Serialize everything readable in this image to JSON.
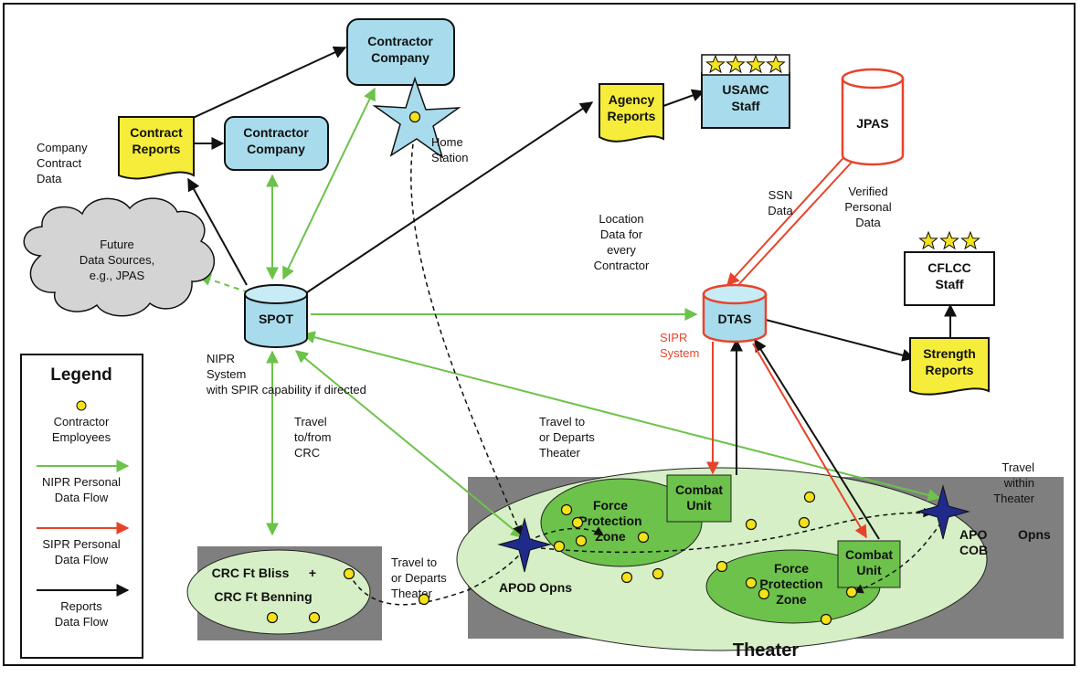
{
  "colors": {
    "nipr": "#6cc24a",
    "sipr": "#e8432a",
    "reports": "#111111",
    "box_fill": "#a8dcec",
    "report_fill": "#f6ec3a",
    "cloud_fill": "#d4d4d4",
    "zone_light": "#d6efc6",
    "zone_dark": "#6cc24a",
    "theater_bg": "#7f7f7f",
    "star_blue": "#1f2a8a",
    "dot_yellow": "#f4e21c"
  },
  "nodes": {
    "contractor_company_top": "Contractor Company",
    "contractor_company_mid": "Contractor Company",
    "contract_reports": "Contract Reports",
    "company_contract_data": "Company Contract Data",
    "home_station": "Home Station",
    "agency_reports": "Agency Reports",
    "usamc_staff": "USAMC Staff",
    "jpas": "JPAS",
    "future_sources": "Future Data Sources, e.g., JPAS",
    "spot": "SPOT",
    "spot_caption": "NIPR System with SPIR capability if directed",
    "location_data": "Location Data for every Contractor",
    "ssn_data": "SSN Data",
    "verified_data": "Verified Personal Data",
    "dtas": "DTAS",
    "sipr_system": "SIPR System",
    "cflcc_staff": "CFLCC Staff",
    "strength_reports": "Strength Reports",
    "travel_crc": "Travel to/from CRC",
    "travel_departs_1": "Travel to or Departs Theater",
    "travel_departs_2": "Travel to or Departs Theater",
    "travel_within": "Travel within Theater",
    "combat_unit_1": "Combat Unit",
    "combat_unit_2": "Combat Unit",
    "force_zone_1": "Force Protection Zone",
    "force_zone_2": "Force Protection Zone",
    "apo_cob": "APO COB",
    "opns": "Opns",
    "apod_opns": "APOD Opns",
    "crc_bliss": "CRC Ft Bliss",
    "plus": "+",
    "crc_benning": "CRC Ft Benning",
    "theater": "Theater"
  },
  "legend": {
    "title": "Legend",
    "contractor_employees": "Contractor Employees",
    "nipr_flow": "NIPR Personal Data Flow",
    "sipr_flow": "SIPR Personal Data Flow",
    "reports_flow": "Reports Data Flow"
  }
}
